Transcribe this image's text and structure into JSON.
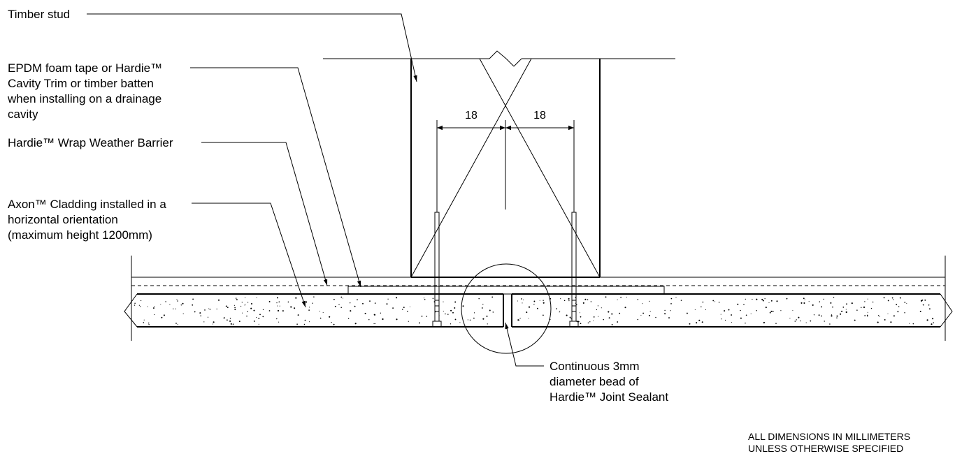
{
  "labels": {
    "timber_stud": "Timber stud",
    "epdm": [
      "EPDM foam tape or Hardie™",
      "Cavity Trim or timber batten",
      "when installing on a drainage",
      "cavity"
    ],
    "wrap": "Hardie™ Wrap Weather Barrier",
    "axon": [
      "Axon™ Cladding installed in a",
      "horizontal orientation",
      "(maximum height 1200mm)"
    ],
    "sealant": [
      "Continuous 3mm",
      "diameter bead of",
      "Hardie™ Joint Sealant"
    ]
  },
  "dimensions": {
    "left": "18",
    "right": "18"
  },
  "notes": [
    "ALL DIMENSIONS IN MILLIMETERS",
    "UNLESS OTHERWISE SPECIFIED"
  ]
}
